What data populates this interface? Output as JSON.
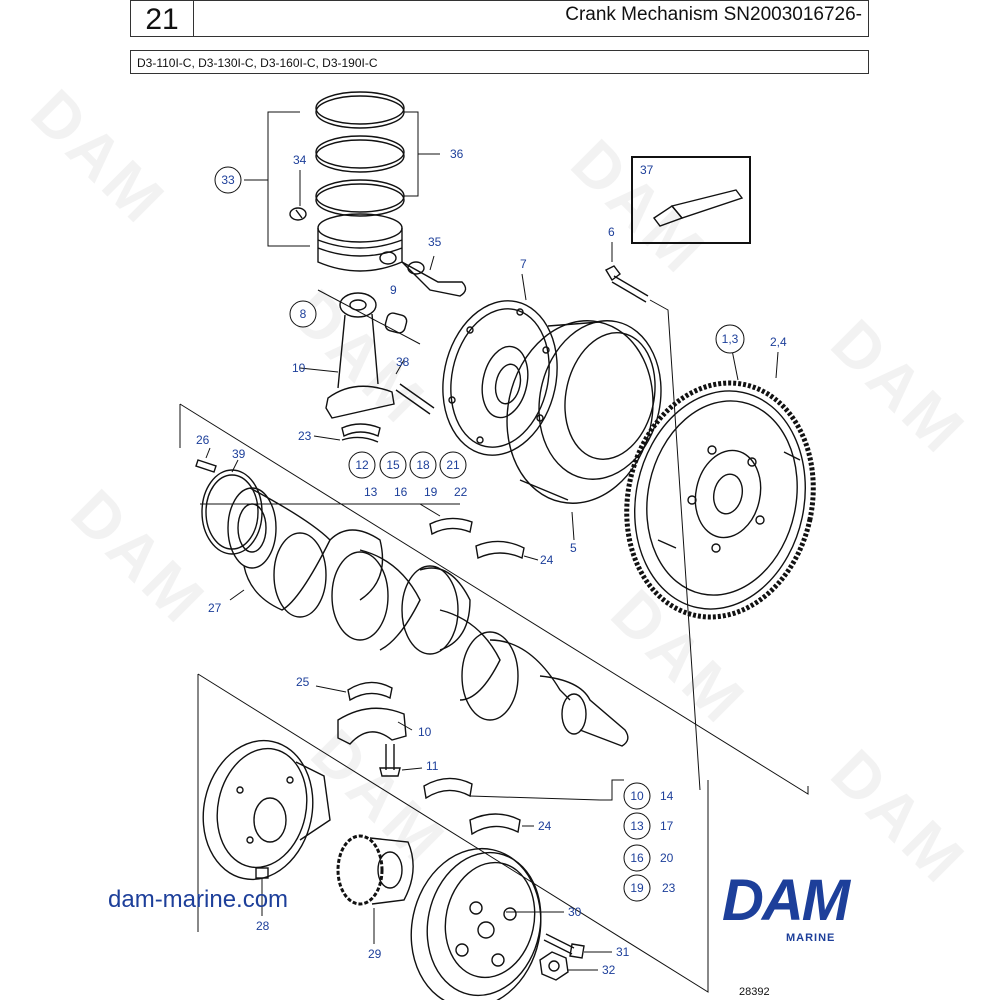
{
  "header": {
    "section_number": "21",
    "title": "Crank Mechanism SN2003016726-",
    "models": "D3-110I-C, D3-130I-C, D3-160I-C, D3-190I-C"
  },
  "watermark": "DAM",
  "website": "dam-marine.com",
  "logo": {
    "text": "DAM",
    "subtext": "MARINE"
  },
  "figure_ref": "28392",
  "callouts": {
    "c33": "33",
    "c34": "34",
    "c36": "36",
    "c35": "35",
    "c37": "37",
    "c6": "6",
    "c7": "7",
    "c8": "8",
    "c9": "9",
    "c10a": "10",
    "c38": "38",
    "c1_3": "1,3",
    "c2_4": "2,4",
    "c23": "23",
    "c26": "26",
    "c39": "39",
    "c12": "12",
    "c15": "15",
    "c18": "18",
    "c21": "21",
    "c13": "13",
    "c16": "16",
    "c19": "19",
    "c22": "22",
    "c27": "27",
    "c24a": "24",
    "c5": "5",
    "c25": "25",
    "c10b": "10",
    "c11": "11",
    "c24b": "24",
    "c28": "28",
    "c29": "29",
    "c30": "30",
    "c31": "31",
    "c32": "32",
    "g10": "10",
    "g14": "14",
    "g13": "13",
    "g17": "17",
    "g16": "16",
    "g20": "20",
    "g19": "19",
    "g23": "23"
  }
}
